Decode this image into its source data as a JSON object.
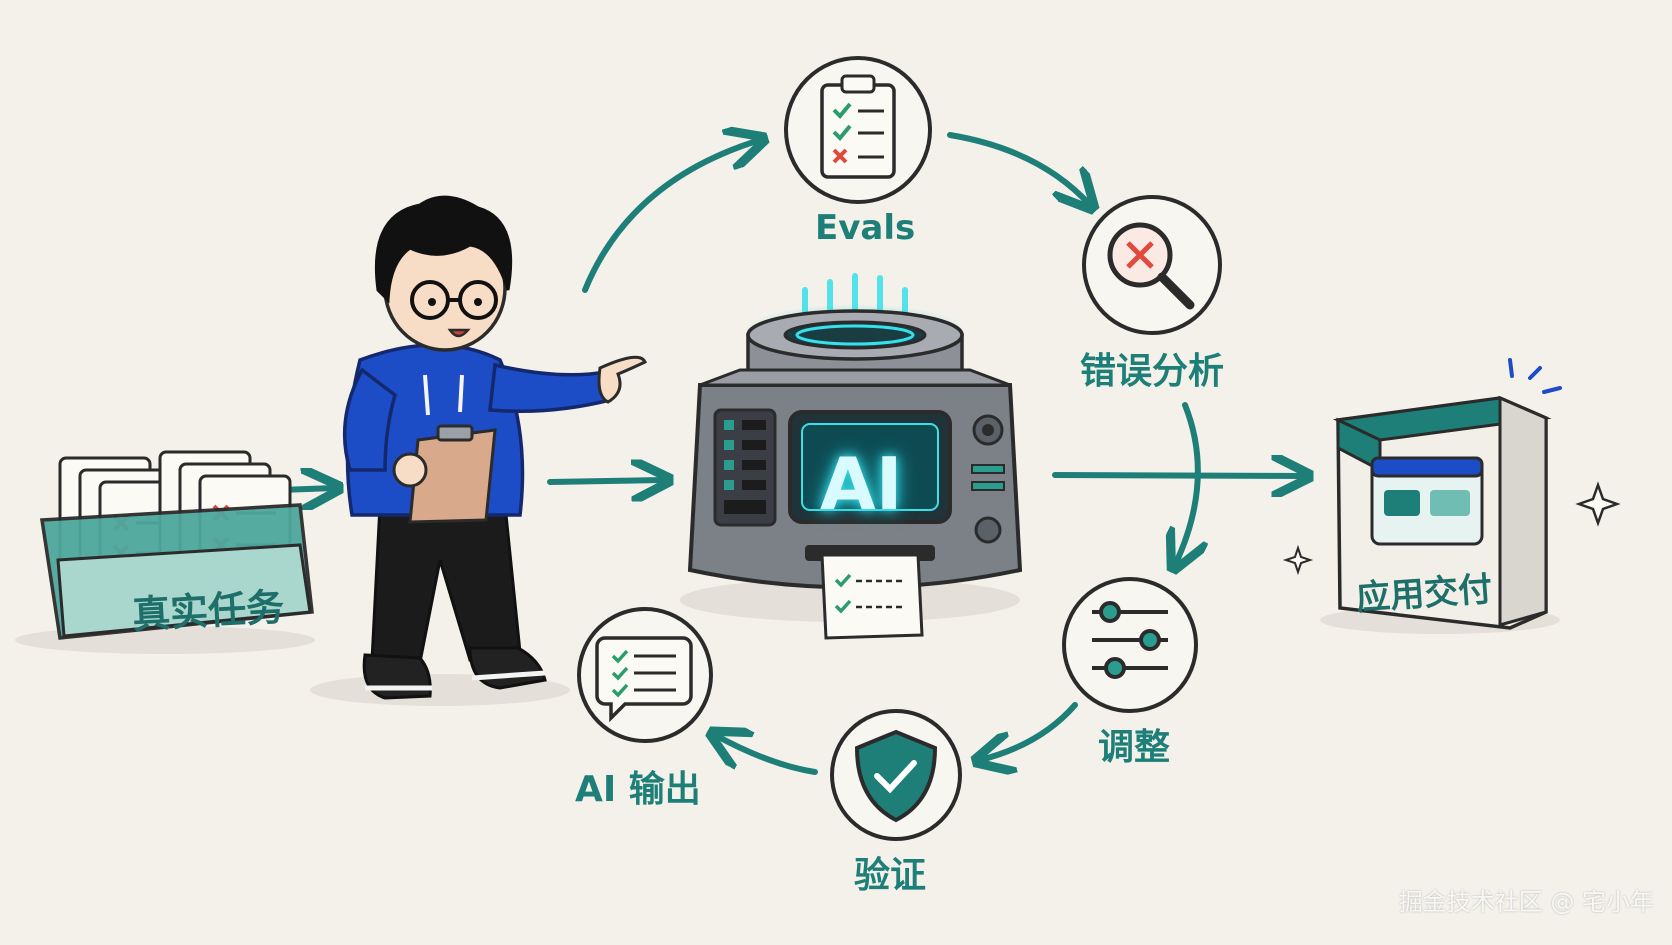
{
  "nodes": {
    "evals": "Evals",
    "error_analysis": "错误分析",
    "adjust": "调整",
    "verify": "验证",
    "ai_output": "AI 输出",
    "real_tasks": "真实任务",
    "app_delivery": "应用交付",
    "ai_machine": "AI"
  },
  "watermark": "掘金技术社区 @ 宅小年",
  "colors": {
    "accent": "#1e7f78",
    "background": "#f4f1ea",
    "hoodie": "#1d4cc7",
    "error_red": "#e0493b",
    "check_green": "#2a9d6a",
    "machine_gray": "#8d9097"
  },
  "icons": {
    "evals": "clipboard-checklist-icon",
    "error_analysis": "magnifier-x-icon",
    "adjust": "sliders-icon",
    "verify": "shield-check-icon",
    "ai_output": "chat-checklist-icon",
    "app_delivery": "app-box-icon"
  }
}
